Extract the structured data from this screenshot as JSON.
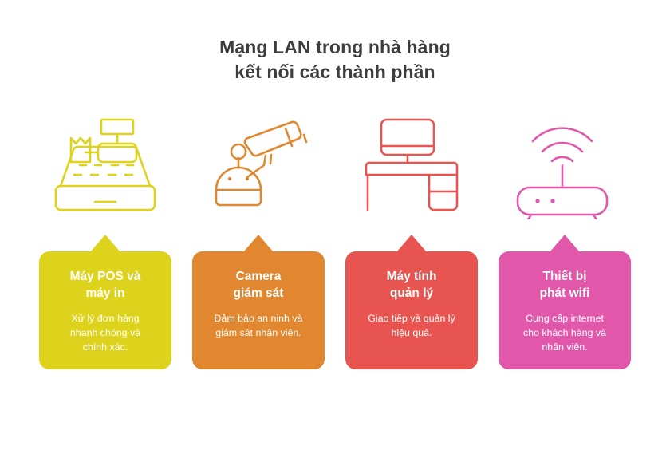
{
  "header": {
    "title_line1": "Mạng LAN trong nhà hàng",
    "title_line2": "kết nối các thành phần",
    "title_color": "#3d3d3d"
  },
  "cards": [
    {
      "id": "pos",
      "icon": "cash-register-icon",
      "heading": "Máy POS và\nmáy in",
      "text": "Xử lý đơn hàng\nnhanh chóng và\nchính xác.",
      "color": "#ddd31c"
    },
    {
      "id": "camera",
      "icon": "security-camera-icon",
      "heading": "Camera\ngiám sát",
      "text": "Đảm bảo an ninh và\ngiám sát nhân viên.",
      "color": "#e0872f"
    },
    {
      "id": "computer",
      "icon": "desk-computer-icon",
      "heading": "Máy tính\nquản lý",
      "text": "Giao tiếp và quản lý\nhiệu quả.",
      "color": "#e85550"
    },
    {
      "id": "wifi",
      "icon": "wifi-router-icon",
      "heading": "Thiết bị\nphát wifi",
      "text": "Cung cấp internet\ncho khách hàng và\nnhân viên.",
      "color": "#e158ab"
    }
  ],
  "background": "#ffffff"
}
